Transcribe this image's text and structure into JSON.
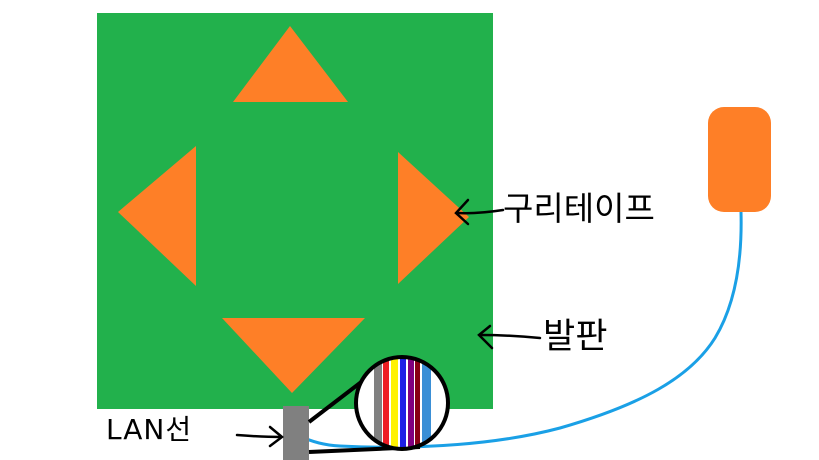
{
  "labels": {
    "copper_tape": "구리테이프",
    "footpad": "발판",
    "lan_cable": "LAN선"
  },
  "colors": {
    "pad": "#22b14c",
    "arrow": "#fe7f27",
    "controller": "#fe7f27",
    "cable": "#1aa0e6",
    "connector": "#808080",
    "annotation": "#000000",
    "wires": [
      "#808080",
      "#ed1c24",
      "#fff200",
      "#1e1ee6",
      "#800080",
      "#880015",
      "#3a8fd6"
    ]
  },
  "icons": {
    "arrow_up": "triangle-up-icon",
    "arrow_down": "triangle-down-icon",
    "arrow_left": "triangle-left-icon",
    "arrow_right": "triangle-right-icon",
    "controller": "controller-box",
    "magnifier": "cable-cross-section-icon"
  }
}
